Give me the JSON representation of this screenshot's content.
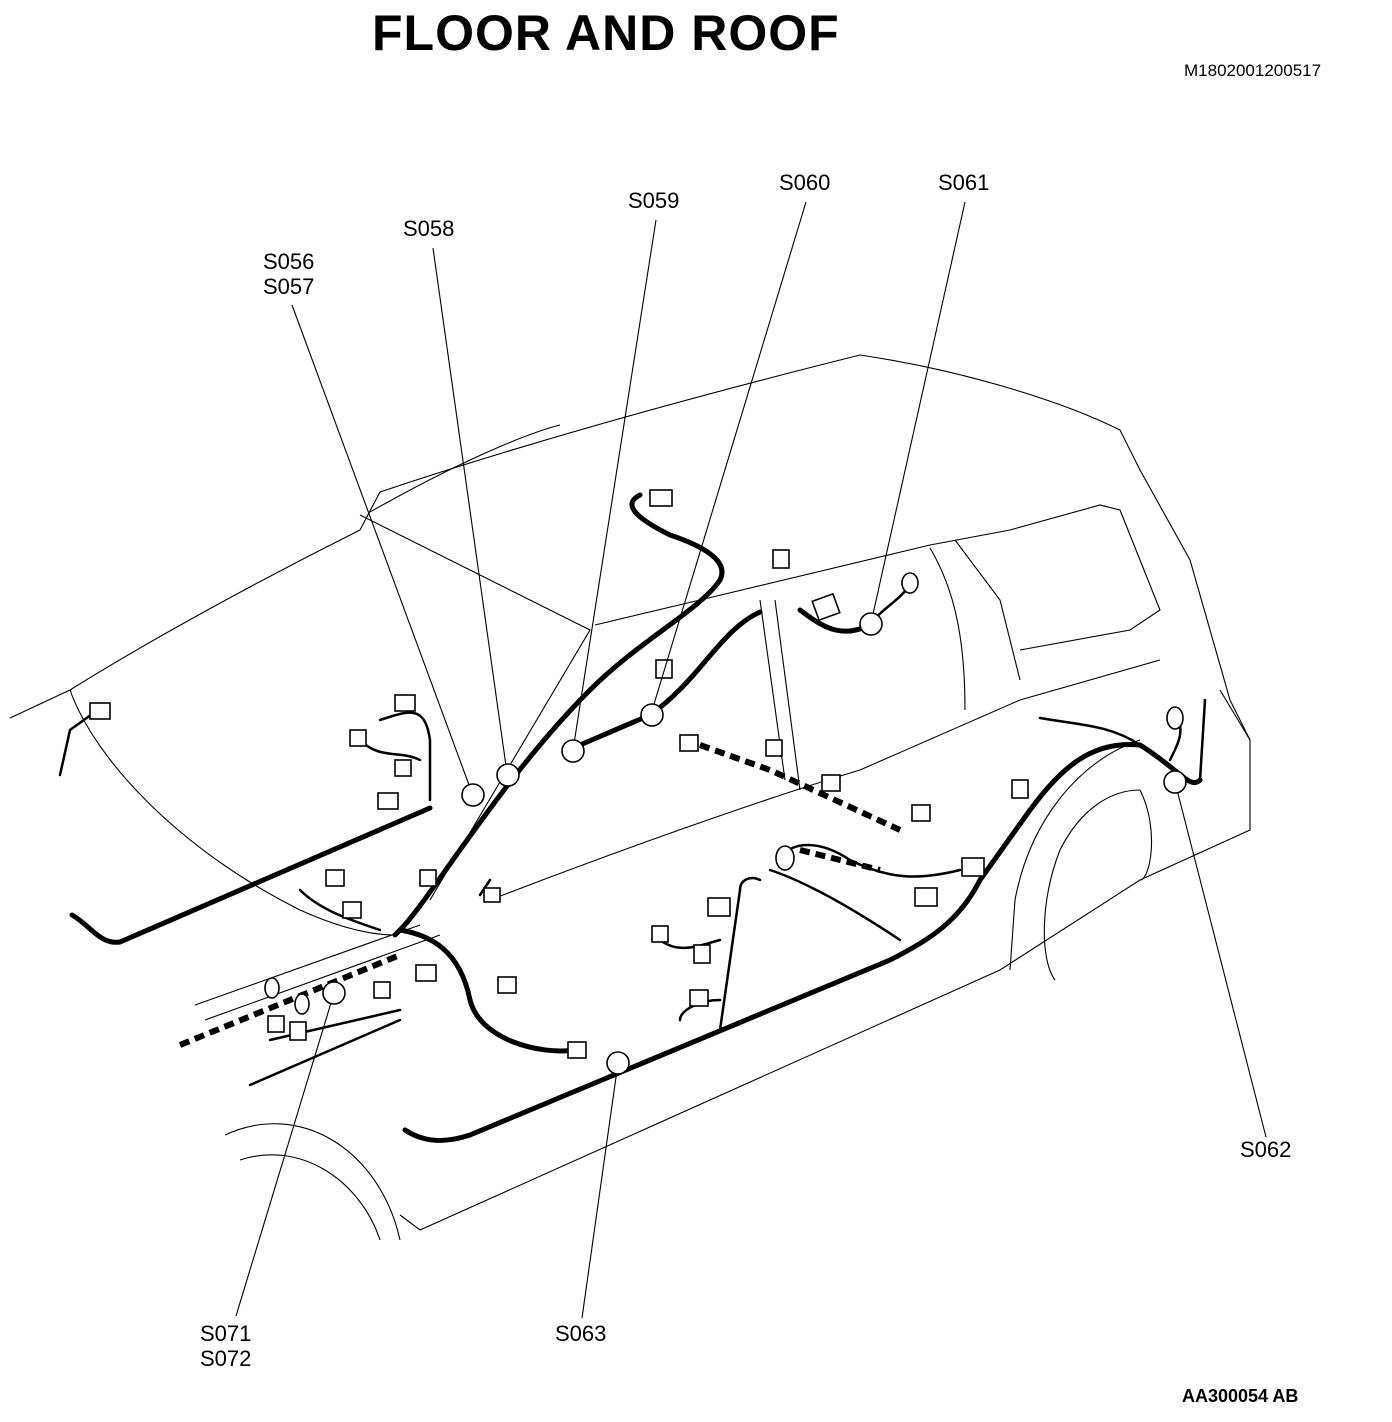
{
  "header": {
    "title": "FLOOR AND ROOF",
    "document_id": "M1802001200517"
  },
  "footer": {
    "figure_id": "AA300054 AB"
  },
  "splices": [
    {
      "id": "s056",
      "lines": [
        "S056",
        "S057"
      ]
    },
    {
      "id": "s058",
      "lines": [
        "S058"
      ]
    },
    {
      "id": "s059",
      "lines": [
        "S059"
      ]
    },
    {
      "id": "s060",
      "lines": [
        "S060"
      ]
    },
    {
      "id": "s061",
      "lines": [
        "S061"
      ]
    },
    {
      "id": "s062",
      "lines": [
        "S062"
      ]
    },
    {
      "id": "s063",
      "lines": [
        "S063"
      ]
    },
    {
      "id": "s071",
      "lines": [
        "S071",
        "S072"
      ]
    }
  ]
}
